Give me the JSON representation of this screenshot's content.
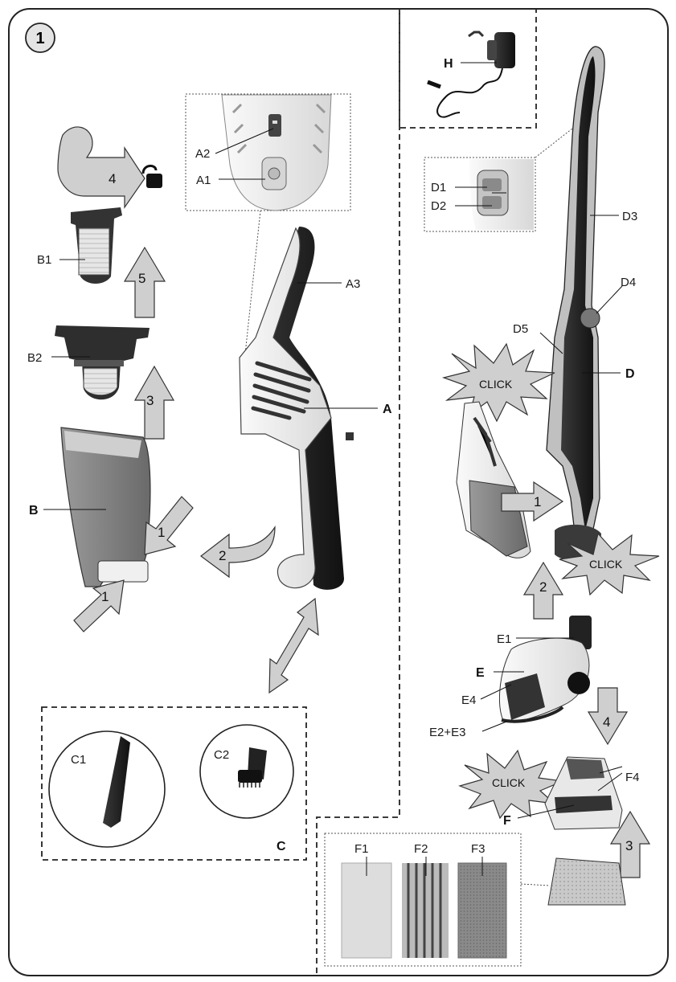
{
  "figure_number": "1",
  "labels": {
    "A": "A",
    "A1": "A1",
    "A2": "A2",
    "A3": "A3",
    "B": "B",
    "B1": "B1",
    "B2": "B2",
    "C": "C",
    "C1": "C1",
    "C2": "C2",
    "D": "D",
    "D1": "D1",
    "D2": "D2",
    "D3": "D3",
    "D4": "D4",
    "D5": "D5",
    "E": "E",
    "E1": "E1",
    "E2E3": "E2+E3",
    "E4": "E4",
    "F": "F",
    "F1": "F1",
    "F2": "F2",
    "F3": "F3",
    "F4": "F4",
    "H": "H"
  },
  "callouts": {
    "click": "CLICK"
  },
  "steps": {
    "left_unlock": "4",
    "left_up_b1": "5",
    "left_up_b2": "3",
    "left_press_top": "1",
    "left_press_bottom": "1",
    "left_remove": "2",
    "right_insert_handheld": "1",
    "right_up_e": "2",
    "right_down_f": "4",
    "right_up_pad": "3"
  },
  "icons": {
    "unlock": "unlock-padlock-icon"
  },
  "colors": {
    "outline": "#111111",
    "arrow_fill": "#cfcfcf",
    "frame": "#222222"
  }
}
